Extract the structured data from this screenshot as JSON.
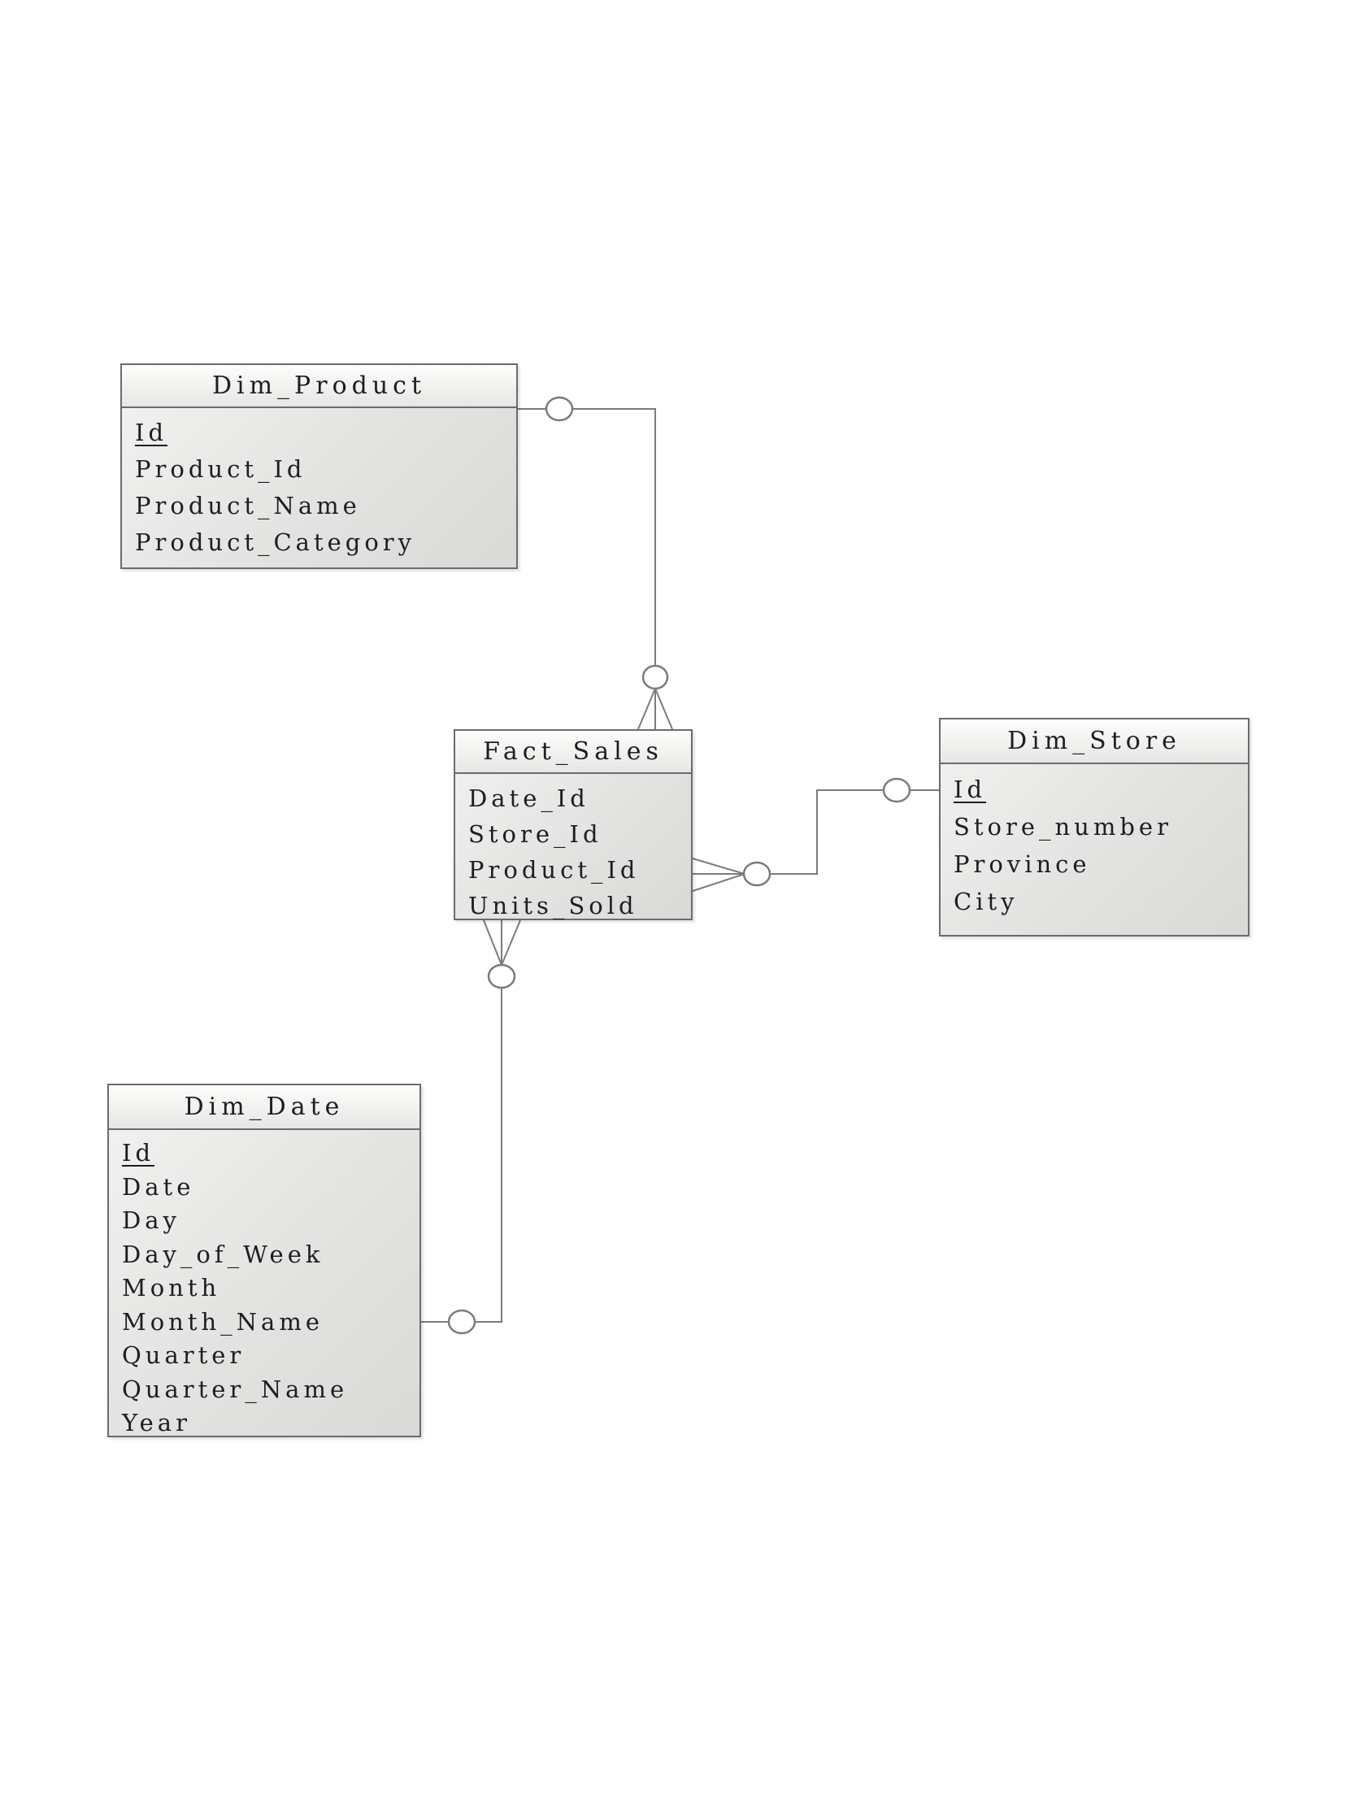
{
  "diagram": {
    "type": "entity-relationship-star-schema",
    "background_color": "#ffffff",
    "entity_border_color": "#6b6b6b",
    "entity_fill_color": "#e3e3e1",
    "entity_header_fill_color": "#f3f3f1",
    "connector_color": "#7b7b7b",
    "text_color": "#1e1e1e",
    "entities": [
      {
        "id": "dim_product",
        "title": "Dim_Product",
        "fields": [
          {
            "name": "Id",
            "pk": true
          },
          {
            "name": "Product_Id",
            "pk": false
          },
          {
            "name": "Product_Name",
            "pk": false
          },
          {
            "name": "Product_Category",
            "pk": false
          }
        ]
      },
      {
        "id": "fact_sales",
        "title": "Fact_Sales",
        "fields": [
          {
            "name": "Date_Id",
            "pk": false
          },
          {
            "name": "Store_Id",
            "pk": false
          },
          {
            "name": "Product_Id",
            "pk": false
          },
          {
            "name": "Units_Sold",
            "pk": false
          }
        ]
      },
      {
        "id": "dim_store",
        "title": "Dim_Store",
        "fields": [
          {
            "name": "Id",
            "pk": true
          },
          {
            "name": "Store_number",
            "pk": false
          },
          {
            "name": "Province",
            "pk": false
          },
          {
            "name": "City",
            "pk": false
          }
        ]
      },
      {
        "id": "dim_date",
        "title": "Dim_Date",
        "fields": [
          {
            "name": "Id",
            "pk": true
          },
          {
            "name": "Date",
            "pk": false
          },
          {
            "name": "Day",
            "pk": false
          },
          {
            "name": "Day_of_Week",
            "pk": false
          },
          {
            "name": "Month",
            "pk": false
          },
          {
            "name": "Month_Name",
            "pk": false
          },
          {
            "name": "Quarter",
            "pk": false
          },
          {
            "name": "Quarter_Name",
            "pk": false
          },
          {
            "name": "Year",
            "pk": false
          }
        ]
      }
    ],
    "relationships": [
      {
        "from": "Dim_Product",
        "to": "Fact_Sales",
        "from_end": "circle",
        "to_end": "circle-crow-foot",
        "type": "one-to-many"
      },
      {
        "from": "Dim_Store",
        "to": "Fact_Sales",
        "from_end": "circle",
        "to_end": "circle-crow-foot",
        "type": "one-to-many"
      },
      {
        "from": "Dim_Date",
        "to": "Fact_Sales",
        "from_end": "circle",
        "to_end": "circle-crow-foot",
        "type": "one-to-many"
      }
    ]
  }
}
